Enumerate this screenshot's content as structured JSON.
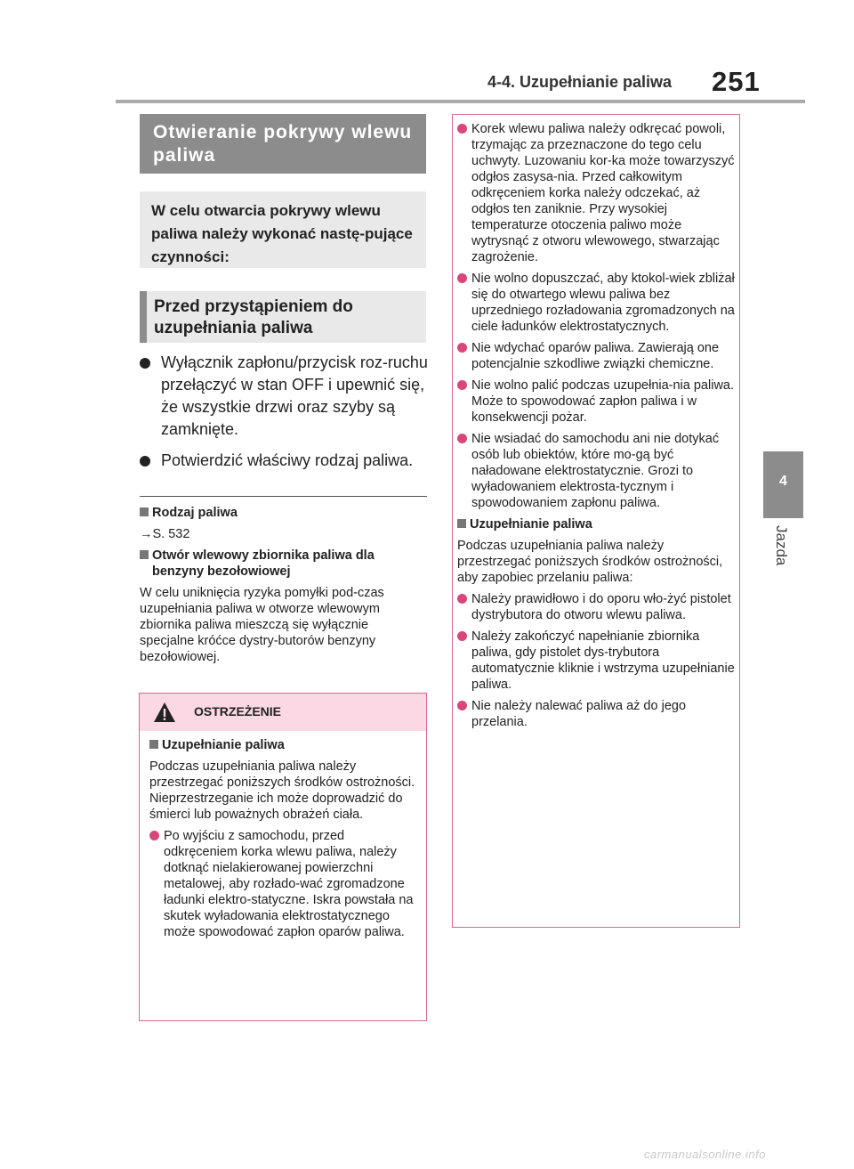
{
  "header": {
    "section": "4-4. Uzupełnianie paliwa",
    "page_number": "251"
  },
  "side_tab": {
    "number": "4",
    "label": "Jazda"
  },
  "main_title": "Otwieranie pokrywy wlewu paliwa",
  "intro": "W celu otwarcia pokrywy wlewu paliwa należy wykonać nastę-pujące czynności:",
  "subheading": "Przed przystąpieniem do uzupełniania paliwa",
  "steps": [
    "Wyłącznik zapłonu/przycisk roz-ruchu przełączyć w stan OFF i upewnić się, że wszystkie drzwi oraz szyby są zamknięte.",
    "Potwierdzić właściwy rodzaj paliwa."
  ],
  "notes": {
    "fuel_type_head": "Rodzaj paliwa",
    "fuel_type_ref": "→S. 532",
    "filler_head": "Otwór wlewowy zbiornika paliwa dla benzyny bezołowiowej",
    "filler_text": "W celu uniknięcia ryzyka pomyłki pod-czas uzupełniania paliwa w otworze wlewowym zbiornika paliwa mieszczą się wyłącznie specjalne króćce dystry-butorów benzyny bezołowiowej."
  },
  "warning": {
    "title": "OSTRZEŻENIE",
    "head": "Uzupełnianie paliwa",
    "intro": "Podczas uzupełniania paliwa należy przestrzegać poniższych środków ostrożności. Nieprzestrzeganie ich może doprowadzić do śmierci lub poważnych obrażeń ciała.",
    "items": [
      "Po wyjściu z samochodu, przed odkręceniem korka wlewu paliwa, należy dotknąć nielakierowanej powierzchni metalowej, aby rozłado-wać zgromadzone ładunki elektro-statyczne. Iskra powstała na skutek wyładowania elektrostatycznego może spowodować zapłon oparów paliwa."
    ]
  },
  "right": {
    "items_a": [
      "Korek wlewu paliwa należy odkręcać powoli, trzymając za przeznaczone do tego celu uchwyty. Luzowaniu kor-ka może towarzyszyć odgłos zasysa-nia. Przed całkowitym odkręceniem korka należy odczekać, aż odgłos ten zaniknie. Przy wysokiej temperaturze otoczenia paliwo może wytrysnąć z otworu wlewowego, stwarzając zagrożenie.",
      "Nie wolno dopuszczać, aby ktokol-wiek zbliżał się do otwartego wlewu paliwa bez uprzedniego rozładowania zgromadzonych na ciele ładunków elektrostatycznych.",
      "Nie wdychać oparów paliwa. Zawierają one potencjalnie szkodliwe związki chemiczne.",
      "Nie wolno palić podczas uzupełnia-nia paliwa. Może to spowodować zapłon paliwa i w konsekwencji pożar.",
      "Nie wsiadać do samochodu ani nie dotykać osób lub obiektów, które mo-gą być naładowane elektrostatycznie. Grozi to wyładowaniem elektrosta-tycznym i spowodowaniem zapłonu paliwa."
    ],
    "refuel_head": "Uzupełnianie paliwa",
    "refuel_intro": "Podczas uzupełniania paliwa należy przestrzegać poniższych środków ostrożności, aby zapobiec przelaniu paliwa:",
    "items_b": [
      "Należy prawidłowo i do oporu wło-żyć pistolet dystrybutora do otworu wlewu paliwa.",
      "Należy zakończyć napełnianie zbiornika paliwa, gdy pistolet dys-trybutora automatycznie kliknie i wstrzyma uzupełnianie paliwa.",
      "Nie należy nalewać paliwa aż do jego przelania."
    ]
  },
  "footer": "carmanualsonline.info",
  "colors": {
    "accent_pink": "#d9467a",
    "warning_bg": "#fbd8e3",
    "gray_box": "#8c8c8c",
    "light_box": "#e9e9e9"
  }
}
